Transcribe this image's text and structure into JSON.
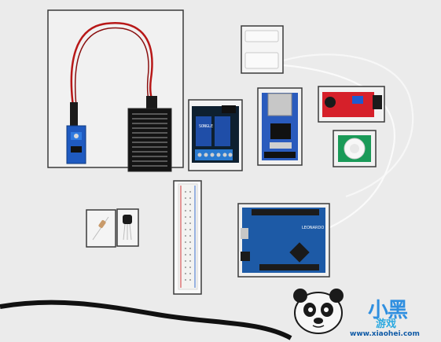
{
  "scene": {
    "background_color": "#ebebeb",
    "frames_color": "#444444"
  },
  "components": [
    {
      "name": "rain-sensor-module",
      "color": "#1e1e1e"
    },
    {
      "name": "relay-module",
      "color": "#1f4ea8"
    },
    {
      "name": "magnetic-reed-switch",
      "color": "#f2f2f2"
    },
    {
      "name": "ethernet-module",
      "color": "#2a5bbd"
    },
    {
      "name": "sound-sensor",
      "color": "#d6202a"
    },
    {
      "name": "pir-sensor",
      "color": "#1a9a58"
    },
    {
      "name": "breadboard-strip",
      "color": "#f3f3f1"
    },
    {
      "name": "resistor",
      "color": "#c89a6a"
    },
    {
      "name": "transistor",
      "color": "#1a1a1a"
    },
    {
      "name": "arduino-leonardo",
      "color": "#1d5aa6"
    },
    {
      "name": "usb-cable",
      "color": "#151515"
    }
  ],
  "board_text": {
    "relay": "SONGLE",
    "arduino": "LEONARDO"
  },
  "watermark": {
    "title": "小黑",
    "subtitle": "游戏",
    "url": "www.xiaohei.com"
  }
}
